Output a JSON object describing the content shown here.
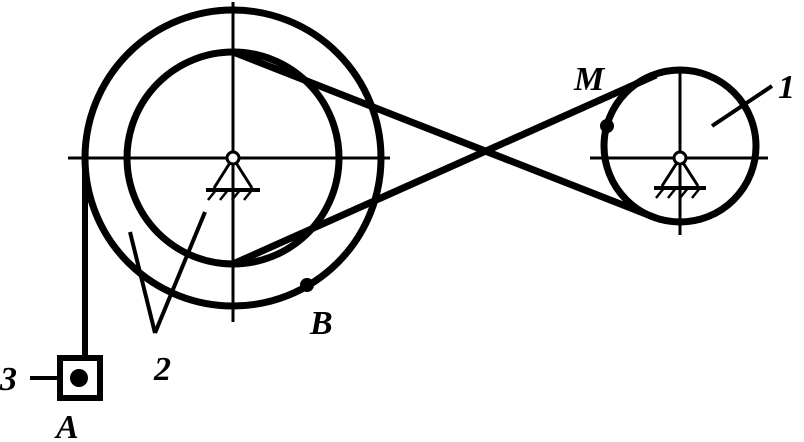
{
  "diagram": {
    "colors": {
      "ink": "#000000",
      "background": "#ffffff"
    },
    "labels": {
      "label_1": "1",
      "label_2": "2",
      "label_3": "3",
      "label_A": "A",
      "label_B": "B",
      "label_M": "M"
    }
  }
}
